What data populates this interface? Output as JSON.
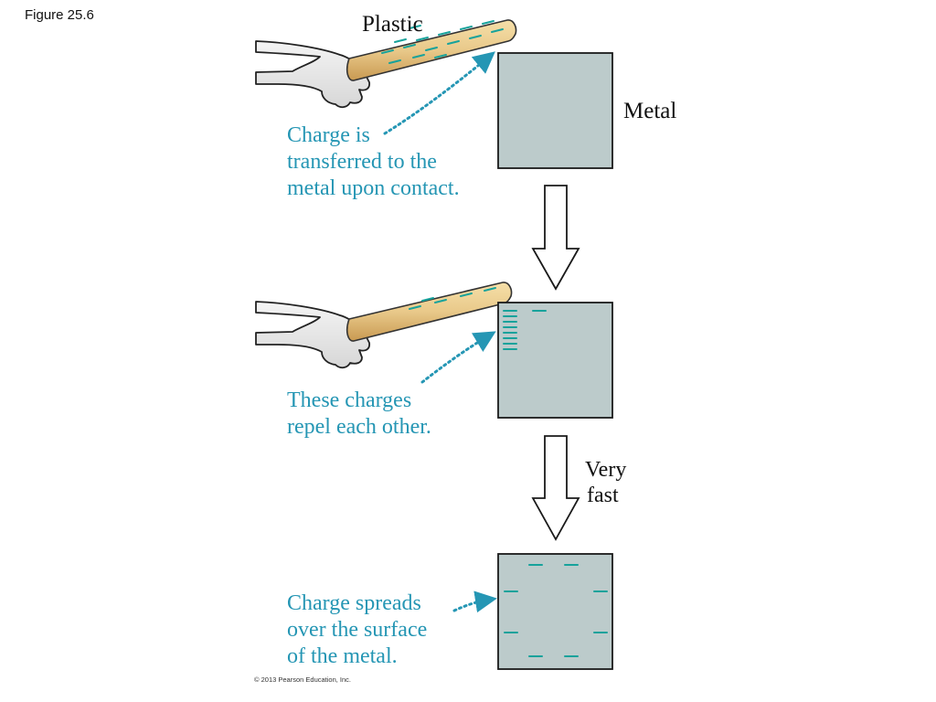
{
  "figure_label": "Figure 25.6",
  "labels": {
    "plastic": "Plastic",
    "metal": "Metal",
    "very_fast": [
      "Very",
      "fast"
    ]
  },
  "captions": {
    "step1": [
      "Charge is",
      "transferred to the",
      "metal upon contact."
    ],
    "step2": [
      "These charges",
      "repel each other."
    ],
    "step3": [
      "Charge spreads",
      "over the surface",
      "of the metal."
    ]
  },
  "copyright": "© 2013 Pearson Education, Inc.",
  "colors": {
    "metal_fill": "#bccbcb",
    "charge": "#17a29b",
    "caption_text": "#2596b4",
    "rod": "#e9c98a"
  }
}
